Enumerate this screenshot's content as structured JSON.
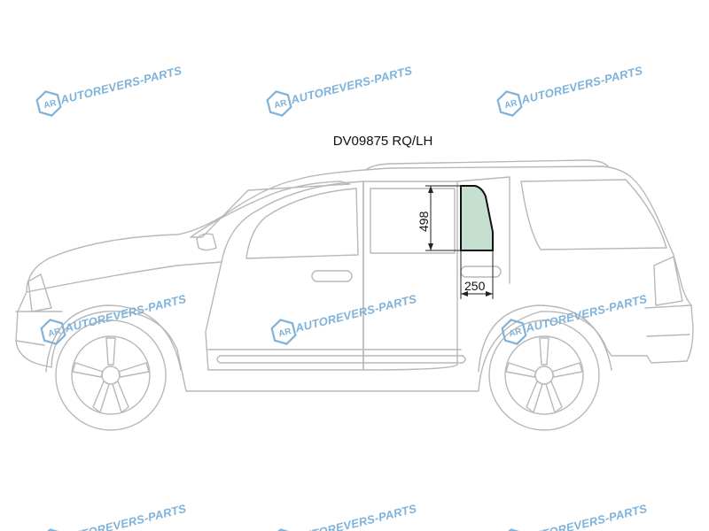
{
  "title": "DV09875 RQ/LH",
  "part": {
    "code": "DV09875",
    "position": "RQ/LH",
    "height_label": "498",
    "width_label": "250",
    "glass_color": "#c5e0d1"
  },
  "watermark": {
    "text": "AUTOREVERS-PARTS",
    "logo_text": "AR",
    "color": "#7fb3db"
  },
  "vehicle": {
    "outline_color": "#b8b8b8"
  }
}
